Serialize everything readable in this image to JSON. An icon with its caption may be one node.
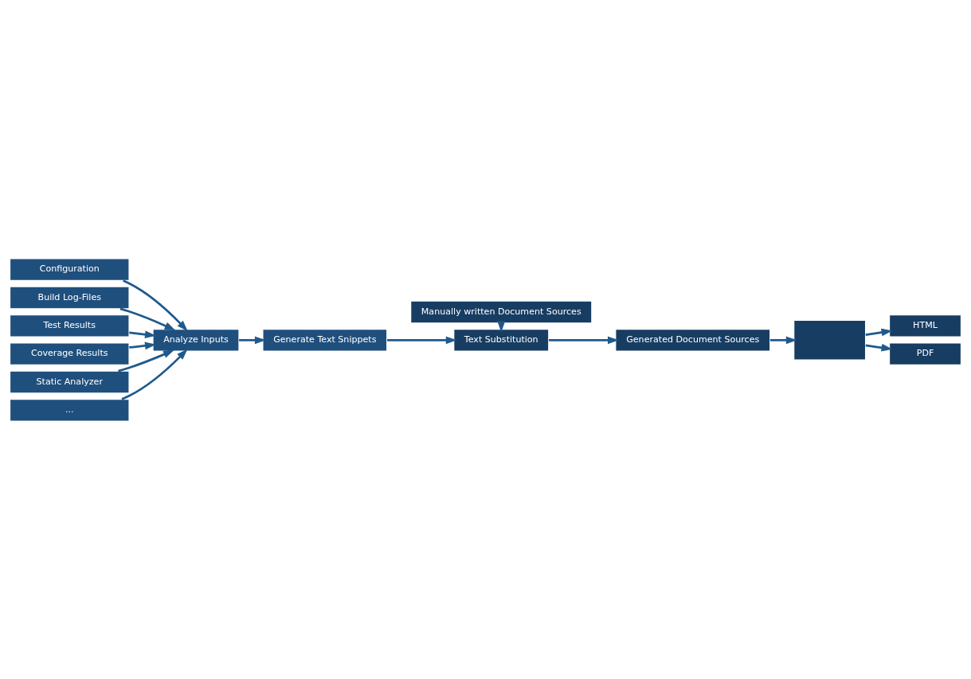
{
  "diagram": {
    "nodes": [
      {
        "text": [
          "Configuration"
        ]
      },
      {
        "text": [
          "Build Log-Files"
        ]
      },
      {
        "text": [
          "Test Results"
        ]
      },
      {
        "text": [
          "Coverage Results"
        ]
      },
      {
        "text": [
          "Static Analyzer"
        ]
      },
      {
        "text": [
          "..."
        ]
      },
      {
        "text": [
          "Analyze Inputs"
        ]
      },
      {
        "text": [
          "Generate Text Snippets"
        ]
      },
      {
        "text": [
          "Manually written Document Sources"
        ]
      },
      {
        "text": [
          "Text Substitution"
        ]
      },
      {
        "text": [
          "Generated Document Sources"
        ]
      },
      {
        "text": [],
        "shape": "box"
      },
      {
        "text": [
          "HTML"
        ]
      },
      {
        "text": [
          "PDF"
        ]
      }
    ],
    "edges": [
      {
        "from": 0,
        "to": 6,
        "arrow": "to"
      },
      {
        "from": 1,
        "to": 6,
        "arrow": "to"
      },
      {
        "from": 2,
        "to": 6,
        "arrow": "to"
      },
      {
        "from": 3,
        "to": 6,
        "arrow": "to"
      },
      {
        "from": 4,
        "to": 6,
        "arrow": "to"
      },
      {
        "from": 5,
        "to": 6,
        "arrow": "to"
      },
      {
        "from": 6,
        "to": 7,
        "arrow": "to"
      },
      {
        "from": 7,
        "to": 9,
        "arrow": "to"
      },
      {
        "from": 8,
        "to": 9,
        "arrow": "to"
      },
      {
        "from": 9,
        "to": 10,
        "arrow": "to"
      },
      {
        "from": 10,
        "to": 11,
        "arrow": "to"
      },
      {
        "from": 11,
        "to": 12,
        "arrow": "to"
      },
      {
        "from": 11,
        "to": 13,
        "arrow": "to"
      }
    ]
  }
}
